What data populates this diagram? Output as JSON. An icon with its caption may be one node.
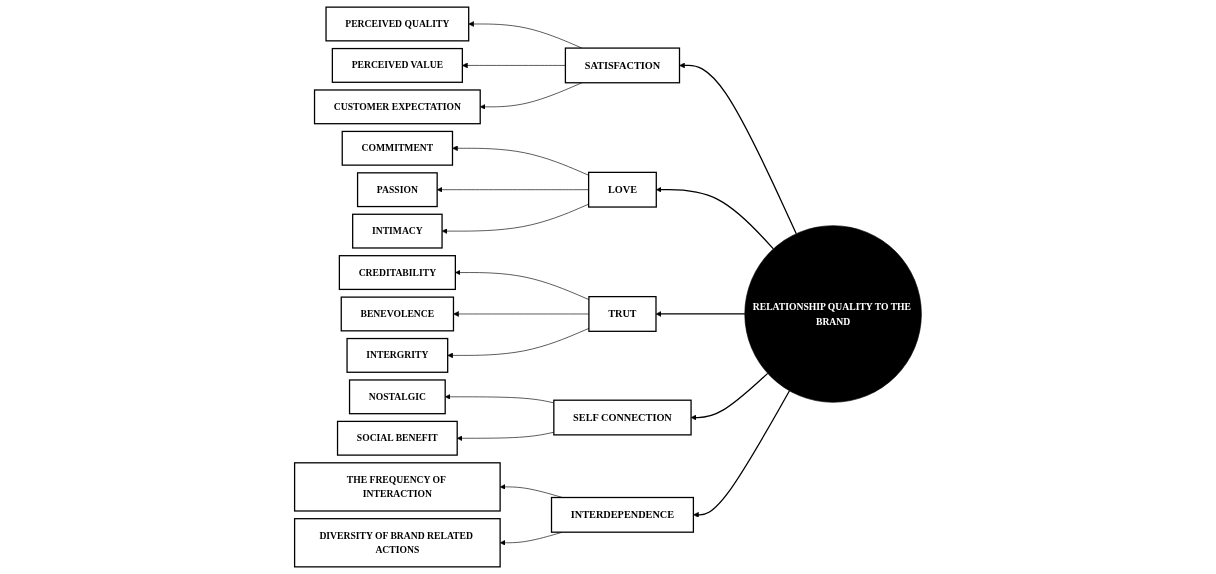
{
  "diagram": {
    "nodes": [
      {
        "text": [
          "PERCEIVED QUALITY"
        ]
      },
      {
        "text": [
          "PERCEIVED VALUE"
        ]
      },
      {
        "text": [
          "CUSTOMER EXPECTATION"
        ]
      },
      {
        "text": [
          "SATISFACTION"
        ]
      },
      {
        "text": [
          "COMMITMENT"
        ]
      },
      {
        "text": [
          "PASSION"
        ]
      },
      {
        "text": [
          "INTIMACY"
        ]
      },
      {
        "text": [
          "LOVE"
        ]
      },
      {
        "text": [
          "CREDITABILITY"
        ]
      },
      {
        "text": [
          "BENEVOLENCE"
        ]
      },
      {
        "text": [
          "INTERGRITY"
        ]
      },
      {
        "text": [
          "TRUT"
        ]
      },
      {
        "text": [
          "NOSTALGIC"
        ]
      },
      {
        "text": [
          "SOCIAL BENEFIT"
        ]
      },
      {
        "text": [
          "SELF CONNECTION"
        ]
      },
      {
        "text": [
          "THE FREQUENCY OF INTERACTION"
        ]
      },
      {
        "text": [
          "DIVERSITY OF BRAND RELATED ACTIONS"
        ]
      },
      {
        "text": [
          "INTERDEPENDENCE"
        ]
      },
      {
        "text": [
          "RELATIONSHIP QUALITY TO THE BRAND"
        ]
      }
    ],
    "edges": [
      {
        "from": 18,
        "to": 3,
        "arrow": "to"
      },
      {
        "from": 18,
        "to": 7,
        "arrow": "to"
      },
      {
        "from": 18,
        "to": 11,
        "arrow": "to"
      },
      {
        "from": 18,
        "to": 14,
        "arrow": "to"
      },
      {
        "from": 18,
        "to": 17,
        "arrow": "to"
      },
      {
        "from": 3,
        "to": 0,
        "arrow": "to"
      },
      {
        "from": 3,
        "to": 1,
        "arrow": "to"
      },
      {
        "from": 3,
        "to": 2,
        "arrow": "to"
      },
      {
        "from": 7,
        "to": 4,
        "arrow": "to"
      },
      {
        "from": 7,
        "to": 5,
        "arrow": "to"
      },
      {
        "from": 7,
        "to": 6,
        "arrow": "to"
      },
      {
        "from": 11,
        "to": 8,
        "arrow": "to"
      },
      {
        "from": 11,
        "to": 9,
        "arrow": "to"
      },
      {
        "from": 11,
        "to": 10,
        "arrow": "to"
      },
      {
        "from": 14,
        "to": 12,
        "arrow": "to"
      },
      {
        "from": 14,
        "to": 13,
        "arrow": "to"
      },
      {
        "from": 17,
        "to": 15,
        "arrow": "to"
      },
      {
        "from": 17,
        "to": 16,
        "arrow": "to"
      }
    ]
  }
}
